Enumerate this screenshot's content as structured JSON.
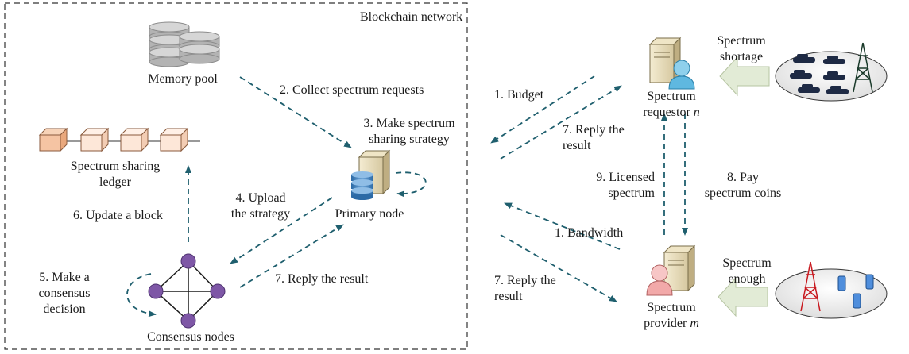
{
  "network": {
    "title": "Blockchain network"
  },
  "nodes": {
    "memory_pool": "Memory pool",
    "ledger": {
      "line1": "Spectrum sharing",
      "line2": "ledger"
    },
    "primary": "Primary node",
    "consensus": "Consensus nodes",
    "requestor": {
      "line1": "Spectrum",
      "line2": "requestor",
      "var": "n"
    },
    "provider": {
      "line1": "Spectrum",
      "line2": "provider",
      "var": "m"
    }
  },
  "steps": {
    "collect": "2. Collect spectrum requests",
    "strategy": {
      "line1": "3. Make spectrum",
      "line2": "sharing strategy"
    },
    "upload": {
      "line1": "4. Upload",
      "line2": "the strategy"
    },
    "consensus": {
      "line1": "5. Make a",
      "line2": "consensus",
      "line3": "decision"
    },
    "update": "6. Update a block",
    "reply_nodes": "7. Reply the result",
    "budget": "1. Budget",
    "reply_req": {
      "line1": "7. Reply the",
      "line2": "result"
    },
    "licensed": {
      "line1": "9. Licensed",
      "line2": "spectrum"
    },
    "pay": {
      "line1": "8. Pay",
      "line2": "spectrum coins"
    },
    "bandwidth": "1. Bandwidth",
    "reply_prov": {
      "line1": "7. Reply the",
      "line2": "result"
    }
  },
  "status": {
    "shortage": {
      "line1": "Spectrum",
      "line2": "shortage"
    },
    "enough": {
      "line1": "Spectrum",
      "line2": "enough"
    }
  },
  "colors": {
    "arrow": "#1f5f6e",
    "consensus_node": "#7e57a6",
    "side_arrow": "#e2ebd6",
    "block_first": "#f5c4a3",
    "block": "#fde7d8",
    "tower": "#c8191f",
    "phone": "#4f8edc"
  }
}
